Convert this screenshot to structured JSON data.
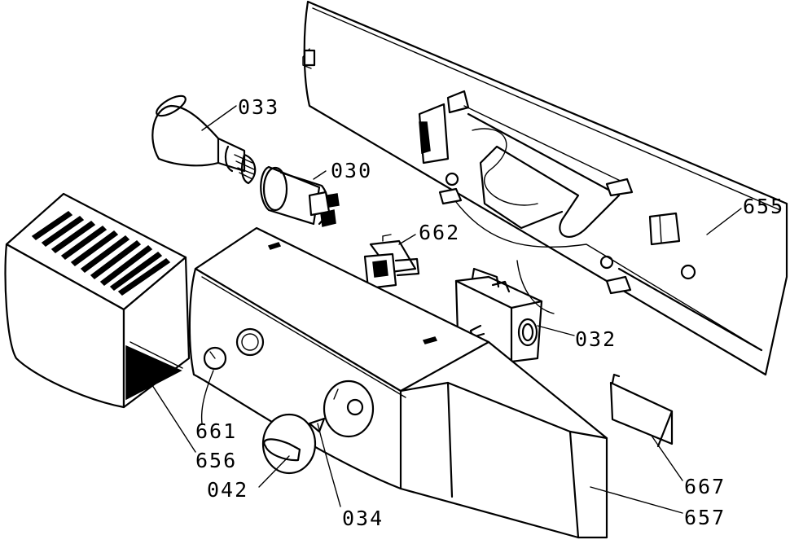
{
  "labels": {
    "p033": "033",
    "p030": "030",
    "p655": "655",
    "p662": "662",
    "p032": "032",
    "p661": "661",
    "p656": "656",
    "p042": "042",
    "p034": "034",
    "p667": "667",
    "p657": "657"
  },
  "colors": {
    "line": "#000000",
    "background": "#ffffff"
  }
}
